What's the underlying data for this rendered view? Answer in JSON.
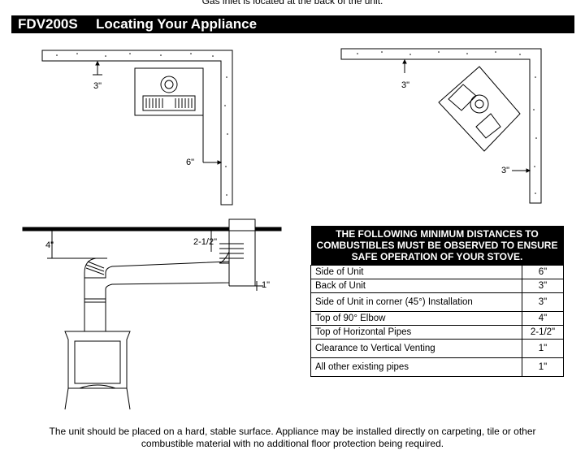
{
  "top_cut_text": "Gas inlet is located at the back of the unit.",
  "title": {
    "model": "FDV200S",
    "heading": "Locating Your Appliance"
  },
  "diagram_labels": {
    "wall_back_1": "3\"",
    "side_1": "6\"",
    "wall_back_2": "3\"",
    "side_2": "3\"",
    "top_elbow": "4\"",
    "horizontal_pipe": "2-1/2\"",
    "vertical_vent": "1\""
  },
  "table": {
    "header": "THE FOLLOWING MINIMUM DISTANCES TO COMBUSTIBLES MUST BE OBSERVED TO ENSURE SAFE OPERATION OF YOUR STOVE.",
    "rows": [
      {
        "label": "Side of Unit",
        "value": "6\""
      },
      {
        "label": "Back of Unit",
        "value": "3\""
      },
      {
        "label": "Side of Unit in corner (45°) Installation",
        "value": "3\""
      },
      {
        "label": "Top of 90° Elbow",
        "value": "4\""
      },
      {
        "label": "Top of Horizontal Pipes",
        "value": "2-1/2\""
      },
      {
        "label": "Clearance to Vertical Venting",
        "value": "1\""
      },
      {
        "label": "All other existing pipes",
        "value": "1\""
      }
    ]
  },
  "footer": {
    "line1": "The unit should be placed on a hard, stable surface.  Appliance may be installed directly on carpeting, tile or other",
    "line2": "combustible material with no additional floor protection being required."
  }
}
